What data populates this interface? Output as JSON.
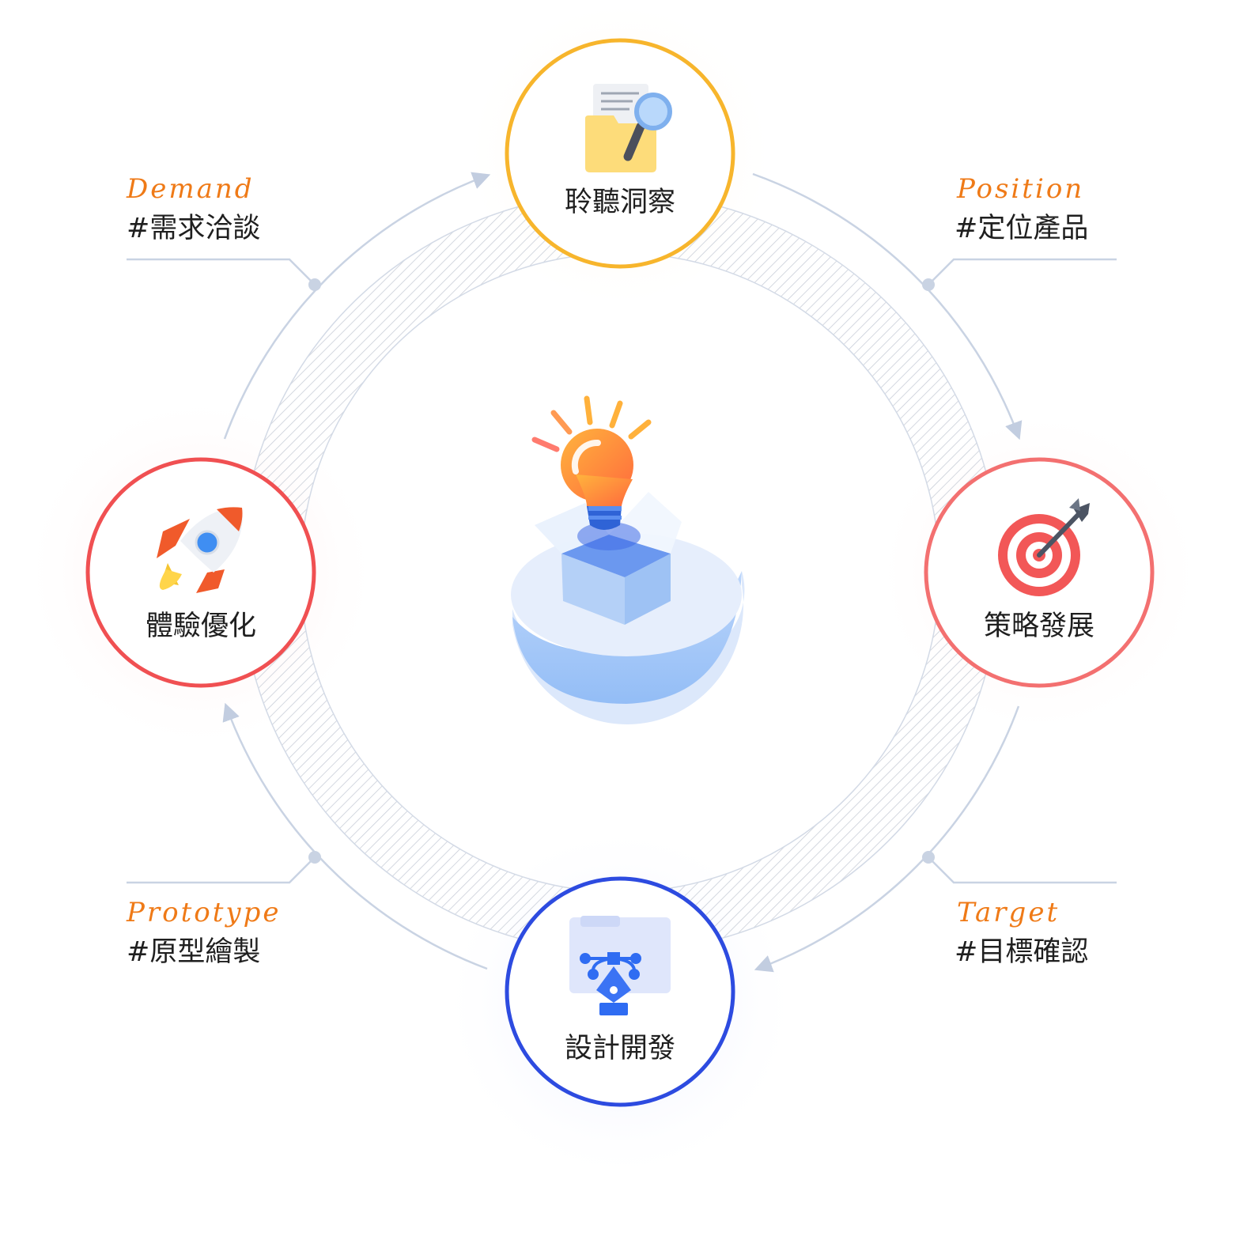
{
  "center": {
    "illustration": "lightbulb-in-box-icon"
  },
  "nodes": [
    {
      "label": "聆聽洞察",
      "icon": "folder-search-icon",
      "ring_color": "#f7b52c"
    },
    {
      "label": "策略發展",
      "icon": "target-icon",
      "ring_color": "#f37070"
    },
    {
      "label": "設計開發",
      "icon": "vector-pen-icon",
      "ring_color": "#2d4be0"
    },
    {
      "label": "體驗優化",
      "icon": "rocket-icon",
      "ring_color": "#f05052"
    }
  ],
  "tags": {
    "demand": {
      "script": "Demand",
      "text": "#需求洽談"
    },
    "position": {
      "script": "Position",
      "text": "#定位產品"
    },
    "prototype": {
      "script": "Prototype",
      "text": "#原型繪製"
    },
    "target": {
      "script": "Target",
      "text": "#目標確認"
    }
  },
  "colors": {
    "accent_script": "#ef7a17",
    "line": "#c9d3e3"
  }
}
